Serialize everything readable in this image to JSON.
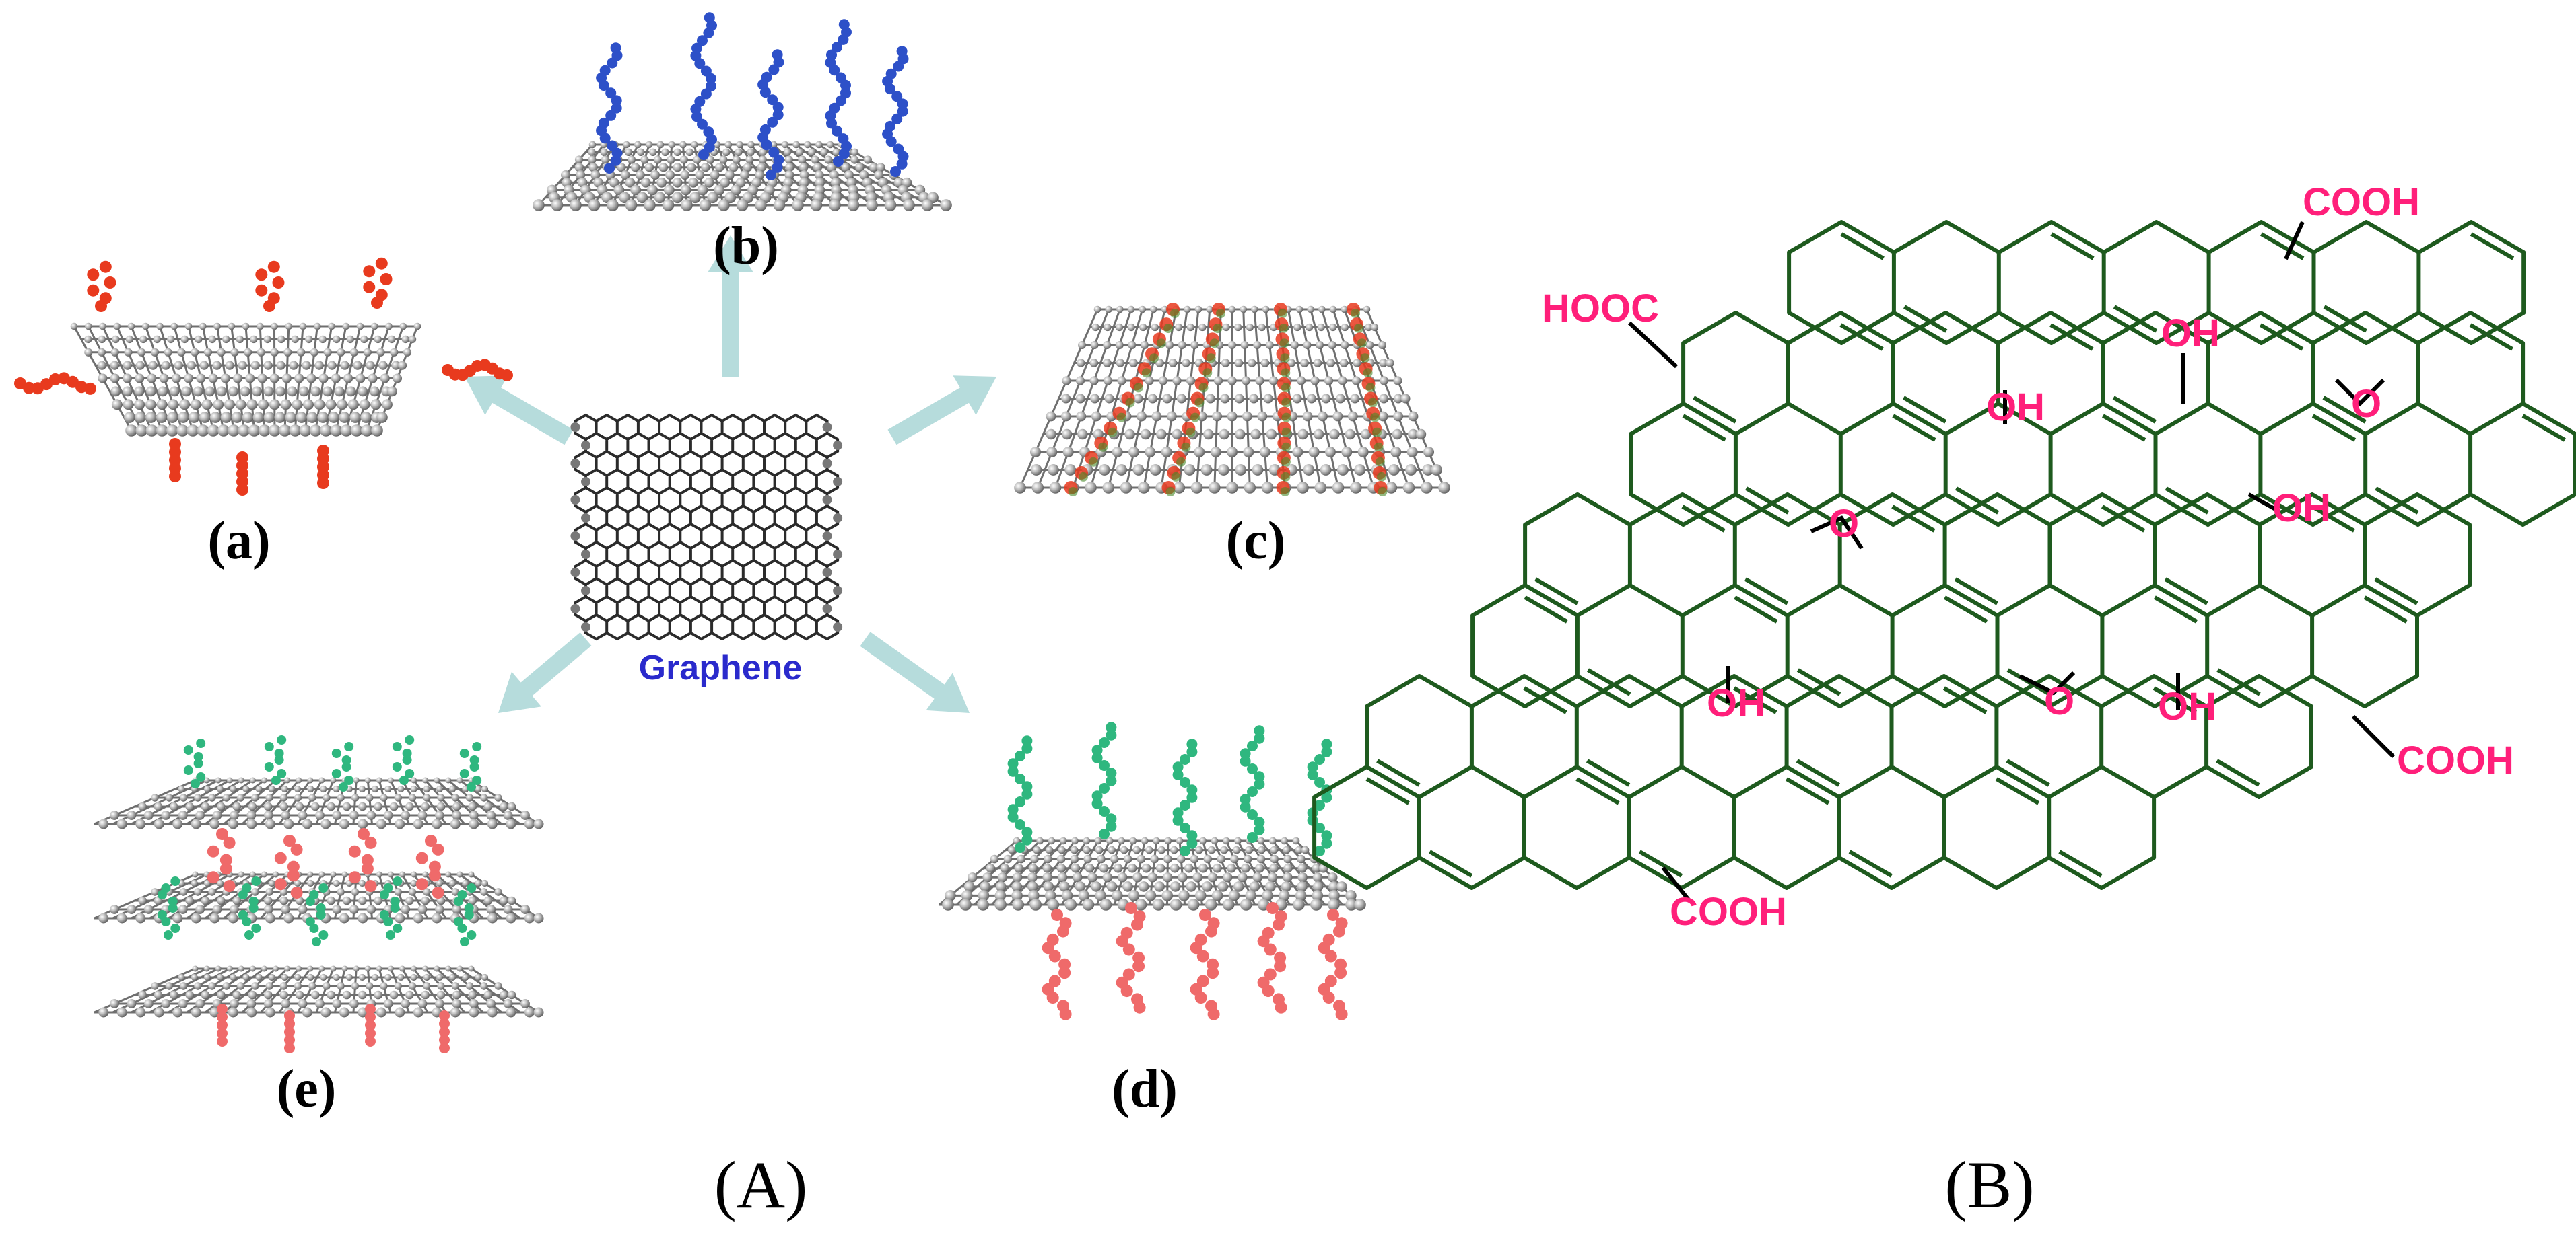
{
  "colors": {
    "arrow": "#b6dcdc",
    "carbon": "#a6a6a6",
    "bond": "#6f6f6f",
    "flat_lattice": "#2b2b2b",
    "chain_blue": "#2d50c8",
    "chain_red": "#e83a1e",
    "chain_green": "#2fb77f",
    "chain_pink": "#ef6a6a",
    "go_lattice": "#1e5a1e",
    "go_groups": "#ff1f7a",
    "graphene_label": "#2a2acc"
  },
  "panel_a": {
    "center_label": "Graphene",
    "sublabels": {
      "a": "(a)",
      "b": "(b)",
      "c": "(c)",
      "d": "(d)",
      "e": "(e)"
    },
    "label": "(A)"
  },
  "panel_b": {
    "label": "(B)",
    "groups": {
      "cooh_top": "COOH",
      "hooc_left": "HOOC",
      "cooh_right": "COOH",
      "cooh_bottom": "COOH",
      "oh_1": "OH",
      "oh_2": "OH",
      "oh_3": "OH",
      "oh_4": "OH",
      "oh_5": "OH",
      "epoxy_1": "O",
      "epoxy_2": "O",
      "epoxy_3": "O"
    }
  }
}
